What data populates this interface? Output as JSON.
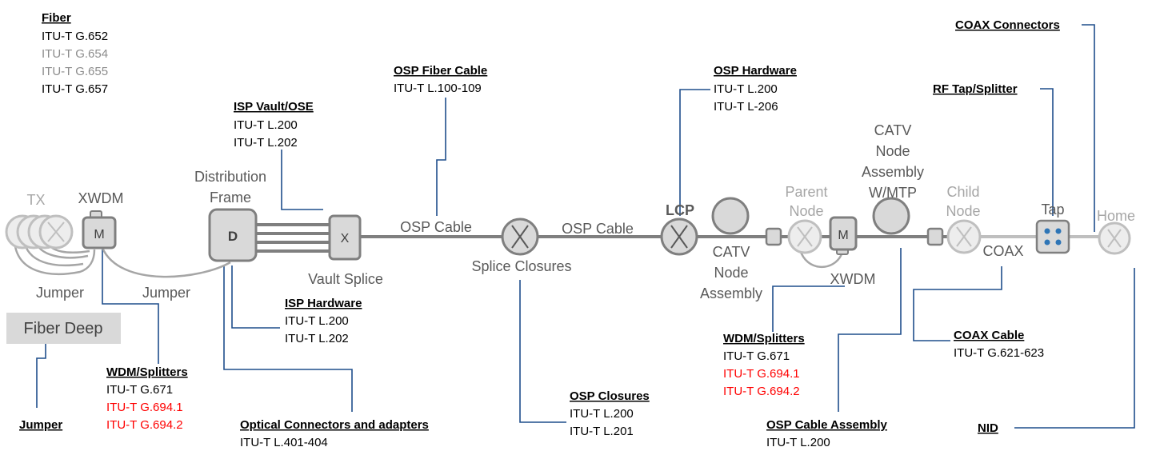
{
  "callouts": {
    "fiber": {
      "title": "Fiber",
      "lines": [
        {
          "text": "ITU-T G.652",
          "tone": "std"
        },
        {
          "text": "ITU-T G.654",
          "tone": "gry"
        },
        {
          "text": "ITU-T G.655",
          "tone": "gry"
        },
        {
          "text": "ITU-T G.657",
          "tone": "std"
        }
      ]
    },
    "isp_vault": {
      "title": "ISP Vault/OSE",
      "lines": [
        {
          "text": "ITU-T L.200",
          "tone": "std"
        },
        {
          "text": "ITU-T L.202",
          "tone": "std"
        }
      ]
    },
    "osp_fiber_cable": {
      "title": "OSP Fiber Cable",
      "lines": [
        {
          "text": "ITU-T L.100-109",
          "tone": "std"
        }
      ]
    },
    "osp_hardware": {
      "title": "OSP Hardware",
      "lines": [
        {
          "text": "ITU-T L.200",
          "tone": "std"
        },
        {
          "text": "ITU-T L-206",
          "tone": "std"
        }
      ]
    },
    "rf_tap": {
      "title": "RF Tap/Splitter",
      "lines": []
    },
    "coax_connectors": {
      "title": "COAX Connectors",
      "lines": []
    },
    "isp_hardware": {
      "title": "ISP Hardware",
      "lines": [
        {
          "text": "ITU-T L.200",
          "tone": "std"
        },
        {
          "text": "ITU-T L.202",
          "tone": "std"
        }
      ]
    },
    "wdm_left": {
      "title": "WDM/Splitters",
      "lines": [
        {
          "text": "ITU-T G.671",
          "tone": "std"
        },
        {
          "text": "ITU-T G.694.1",
          "tone": "red"
        },
        {
          "text": "ITU-T G.694.2",
          "tone": "red"
        }
      ]
    },
    "jumper": {
      "title": "Jumper",
      "lines": []
    },
    "optical_connectors": {
      "title": "Optical Connectors and adapters",
      "lines": [
        {
          "text": "ITU-T L.401-404",
          "tone": "std"
        }
      ]
    },
    "osp_closures": {
      "title": "OSP Closures",
      "lines": [
        {
          "text": "ITU-T L.200",
          "tone": "std"
        },
        {
          "text": "ITU-T L.201",
          "tone": "std"
        }
      ]
    },
    "wdm_right": {
      "title": "WDM/Splitters",
      "lines": [
        {
          "text": "ITU-T G.671",
          "tone": "std"
        },
        {
          "text": "ITU-T G.694.1",
          "tone": "red"
        },
        {
          "text": "ITU-T G.694.2",
          "tone": "red"
        }
      ]
    },
    "osp_cable_assembly": {
      "title": "OSP Cable Assembly",
      "lines": [
        {
          "text": "ITU-T L.200",
          "tone": "std"
        }
      ]
    },
    "coax_cable": {
      "title": "COAX Cable",
      "lines": [
        {
          "text": "ITU-T G.621-623",
          "tone": "std"
        }
      ]
    },
    "nid": {
      "title": "NID",
      "lines": []
    }
  },
  "labels": {
    "tx": "TX",
    "xwdm_left": "XWDM",
    "mux_left": "M",
    "distribution_frame": [
      "Distribution",
      "Frame"
    ],
    "frame_glyph": "D",
    "splice_glyph": "X",
    "osp_cable_1": "OSP Cable",
    "osp_cable_2": "OSP Cable",
    "vault_splice": "Vault Splice",
    "splice_closures": "Splice Closures",
    "lcp": "LCP",
    "catv_node_assembly": [
      "CATV",
      "Node",
      "Assembly"
    ],
    "parent_node": [
      "Parent",
      "Node"
    ],
    "mux_right": "M",
    "xwdm_right": "XWDM",
    "catv_node_mtp": [
      "CATV",
      "Node",
      "Assembly",
      "W/MTP"
    ],
    "child_node": [
      "Child",
      "Node"
    ],
    "coax": "COAX",
    "tap": "Tap",
    "home": "Home",
    "jumper_left": "Jumper",
    "jumper_mid": "Jumper",
    "fiber_deep": "Fiber Deep"
  }
}
